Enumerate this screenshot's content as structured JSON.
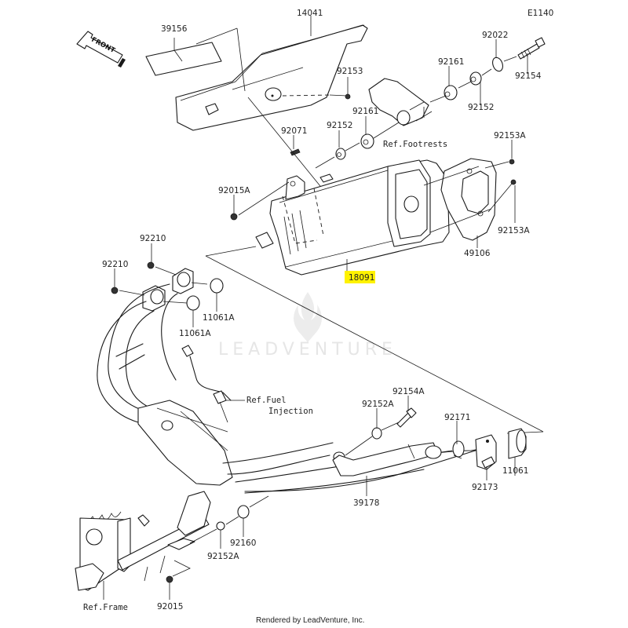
{
  "diagram": {
    "code": "E1140",
    "front_label": "FRONT",
    "watermark": "LEADVENTURE",
    "credit": "Rendered by LeadVenture, Inc.",
    "highlight_color": "#fff200",
    "highlighted_part": "18091",
    "callouts": {
      "c14041": "14041",
      "c39156": "39156",
      "c92153": "92153",
      "c92071": "92071",
      "c92152_top": "92152",
      "c92161_left": "92161",
      "c92161_right": "92161",
      "c92022": "92022",
      "c92154": "92154",
      "c92152_right": "92152",
      "c92153A_top": "92153A",
      "c92153A_bot": "92153A",
      "c92015A": "92015A",
      "c49106": "49106",
      "c18091": "18091",
      "c92210_a": "92210",
      "c92210_b": "92210",
      "c11061A_a": "11061A",
      "c11061A_b": "11061A",
      "c92154A": "92154A",
      "c92152A_mid": "92152A",
      "c92171": "92171",
      "c92173": "92173",
      "c11061": "11061",
      "c39178": "39178",
      "c92160": "92160",
      "c92152A_bot": "92152A",
      "c92015": "92015"
    },
    "references": {
      "footrests": "Ref.Footrests",
      "fuel_line1": "Ref.Fuel",
      "fuel_line2": "Injection",
      "frame": "Ref.Frame"
    }
  }
}
